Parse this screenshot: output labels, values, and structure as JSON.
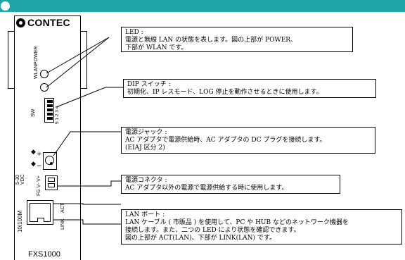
{
  "device": {
    "brand": "CONTEC",
    "model": "FXS1000",
    "labels": {
      "wlan": "WLAN",
      "power": "POWER",
      "sw": "SW",
      "dip_numbers": "5 1 2 3 4",
      "vdc": "5-30\nVDC",
      "fg": "FG V- V+",
      "speed": "10/100M",
      "act": "ACT",
      "link": "LINK"
    },
    "symbols": {
      "plus": "+",
      "minus": "−"
    }
  },
  "callouts": [
    {
      "title": "LED :",
      "lines": [
        "電源と無線 LAN の状態を表します。図の上部が POWER、",
        "下部が WLAN です。"
      ]
    },
    {
      "title": "DIP スイッチ :",
      "lines": [
        "初期化、IP レスモード、LOG 停止を動作させるときに使用します。"
      ]
    },
    {
      "title": "電源ジャック :",
      "lines": [
        "AC アダプタで電源供給時、AC アダプタの DC プラグを接続します。",
        "(EIAJ 区分 2)"
      ]
    },
    {
      "title": "電源コネクタ :",
      "lines": [
        "AC アダプタ以外の電源で電源供給する時に使用します。"
      ]
    },
    {
      "title": "LAN ポート :",
      "lines": [
        "LAN ケーブル ( 市販品 ) を使用して、PC や HUB などのネットワーク機器を",
        "接続します。また、二つの LED により状態を確認できます。",
        "図の上部が ACT(LAN)、下部が LINK(LAN) です。"
      ]
    }
  ],
  "colors": {
    "header_bar": "#1fa4a8"
  }
}
